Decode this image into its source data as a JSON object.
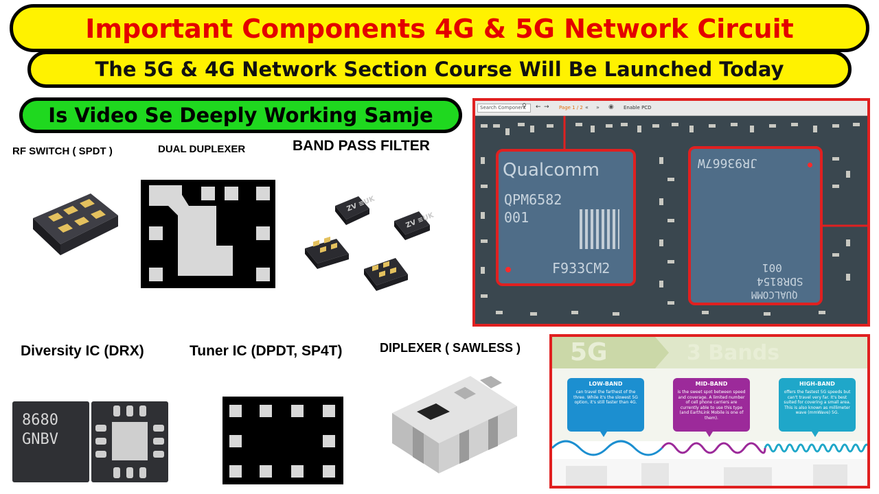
{
  "header": {
    "title": "Important Components 4G & 5G Network Circuit",
    "subtitle": "The 5G & 4G Network Section Course Will Be Launched Today",
    "pill": "Is Video Se Deeply Working Samje"
  },
  "components": {
    "rf_switch": "RF SWITCH ( SPDT )",
    "dual_duplexer": "DUAL DUPLEXER",
    "band_pass_filter": "BAND PASS FILTER",
    "diversity_ic": "Diversity IC (DRX)",
    "tuner_ic": "Tuner IC (DPDT, SP4T)",
    "diplexer": "DIPLEXER ( SAWLESS )"
  },
  "chip_markings": {
    "drx_line1": "8680",
    "drx_line2": "GNBV",
    "bpf_line1": "ZV",
    "bpf_line2": "≡UK"
  },
  "board": {
    "search_placeholder": "Search Component",
    "page": "Page 1 / 2",
    "enable": "Enable PCD",
    "chip1_brand": "Qualcomm",
    "chip1_part": "QPM6582",
    "chip1_rev": "001",
    "chip1_code": "F933CM2",
    "chip2_top": "JR93667W",
    "chip2_part": "SDR8154",
    "chip2_rev": "001",
    "chip2_brand": "QUALCOMM"
  },
  "bands": {
    "heading_5g": "5G",
    "heading_bands": "3 Bands",
    "low_title": "LOW-BAND",
    "low_text": "can travel the farthest of the three. While it's the slowest 5G option, it's still faster than 4G.",
    "mid_title": "MID-BAND",
    "mid_text": "is the sweet spot between speed and coverage. A limited number of cell phone carriers are currently able to use this type (and EarthLink Mobile is one of them).",
    "high_title": "HIGH-BAND",
    "high_text": "offers the fastest 5G speeds but can't travel very far. It's best suited for covering a small area. This is also known as millimeter wave (mmWave) 5G.",
    "colors": {
      "low": "#1c8fd0",
      "mid": "#9c2a9a",
      "high": "#1fa7c9"
    }
  }
}
